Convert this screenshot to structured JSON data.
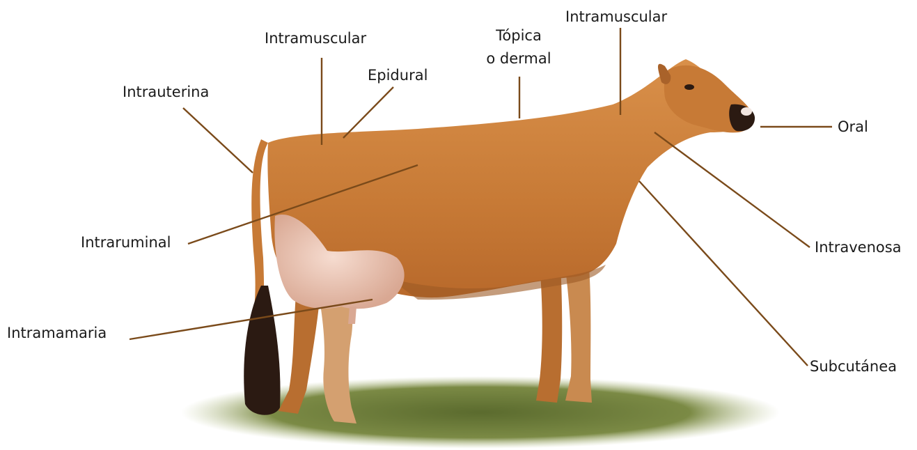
{
  "diagram": {
    "subject": "cow",
    "leader_color": "#7a4a1a",
    "labels": {
      "intramuscular_rump": "Intramuscular",
      "intramuscular_neck": "Intramuscular",
      "topica_line1": "Tópica",
      "topica_line2": "o dermal",
      "epidural": "Epidural",
      "intrauterina": "Intrauterina",
      "oral": "Oral",
      "intraruminal": "Intraruminal",
      "intravenosa": "Intravenosa",
      "intramamaria": "Intramamaria",
      "subcutanea": "Subcutánea"
    }
  }
}
